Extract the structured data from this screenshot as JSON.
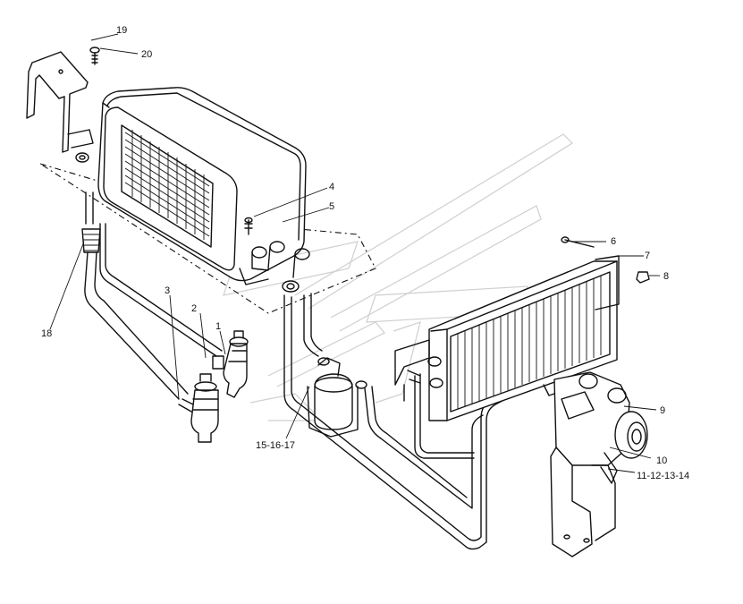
{
  "diagram": {
    "callouts": {
      "c1": "1",
      "c2": "2",
      "c3": "3",
      "c4": "4",
      "c5": "5",
      "c6": "6",
      "c7": "7",
      "c8": "8",
      "c9": "9",
      "c10": "10",
      "c11": "11-12-13-14",
      "c15": "15-16-17",
      "c18": "18",
      "c19": "19",
      "c20": "20"
    }
  }
}
